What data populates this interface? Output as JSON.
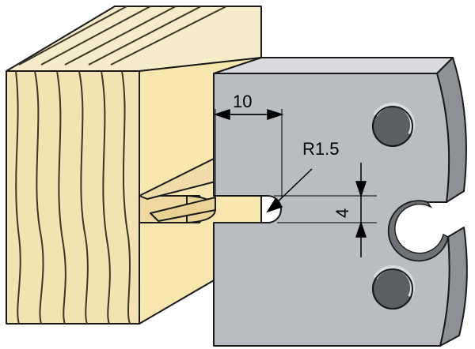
{
  "dimensions": {
    "width_label": "10",
    "radius_label": "R1.5",
    "height_label": "4"
  },
  "colors": {
    "wood_face": "#f4e3b2",
    "wood_top": "#f6ecca",
    "wood_side": "#f7e6ad",
    "grain": "#3f3526",
    "steel_face": "#b9bdc2",
    "steel_top": "#d8dadd",
    "steel_side": "#8d9196",
    "hole_dark": "#5b5f64",
    "outline": "#1a1a1a"
  }
}
